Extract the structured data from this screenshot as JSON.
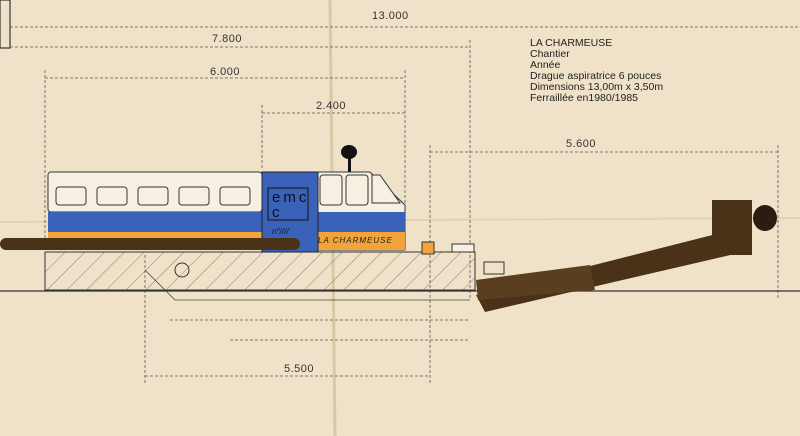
{
  "dimensions": {
    "overall_length": "13.000",
    "length_a": "7.800",
    "length_b": "6.000",
    "length_c": "2.400",
    "ladder_length": "5.600",
    "hull_length": "5.500"
  },
  "legend": {
    "name": "LA CHARMEUSE",
    "shipyard": "Chantier",
    "year": "Année",
    "type": "Drague aspiratrice 6 pouces",
    "dimensions": "Dimensions 13,00m x 3,50m",
    "scrapped": "Ferraillée en1980/1985"
  },
  "boat": {
    "name_on_hull": "LA CHARMEUSE",
    "logo": "emcc",
    "hull_number": "n°////"
  },
  "colors": {
    "paper": "#f0e2c8",
    "blue": "#3a62b8",
    "orange": "#f2a43a",
    "brown": "#4a3218"
  }
}
